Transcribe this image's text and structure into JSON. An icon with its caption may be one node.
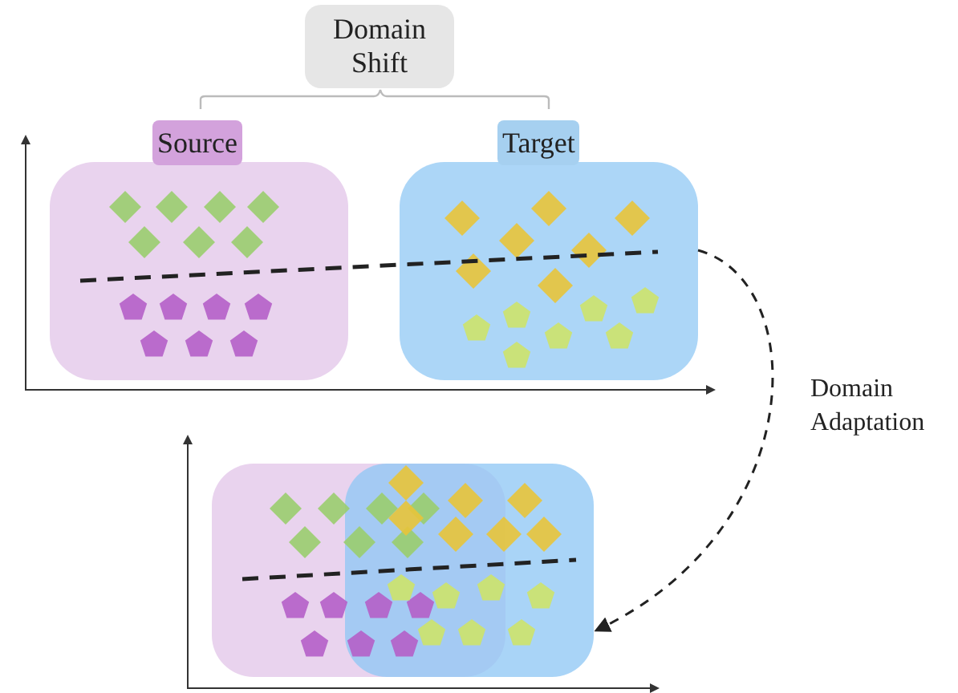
{
  "diagram": {
    "nodes": [
      {
        "text": [
          "Domain Shift"
        ]
      },
      {
        "text": [
          "Source"
        ]
      },
      {
        "text": [
          "Target"
        ]
      },
      {
        "text": [],
        "shape": "box"
      },
      {
        "text": [],
        "shape": "box"
      }
    ],
    "edges": [
      {
        "from": 2,
        "to": 4,
        "arrow": "to",
        "style": "dashed",
        "label": "Domain Adaptation"
      }
    ]
  }
}
